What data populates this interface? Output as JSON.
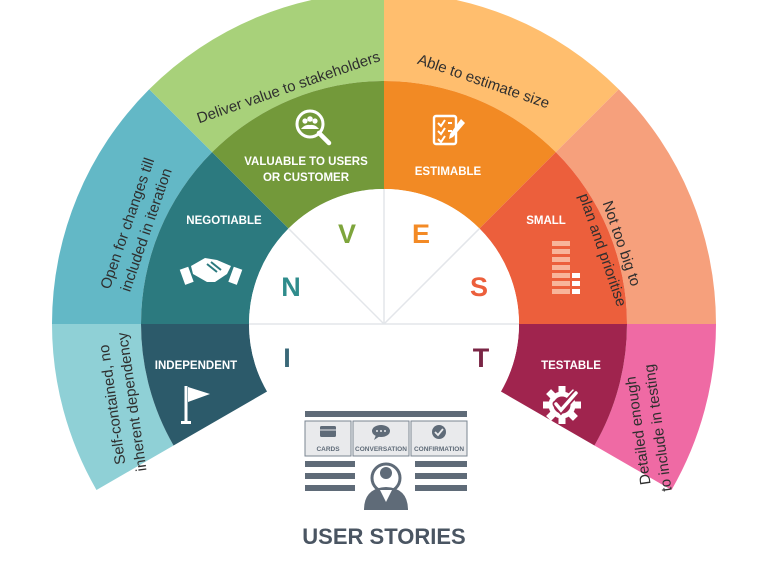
{
  "title": "USER STORIES",
  "segments": [
    {
      "key": "I",
      "label": "INDEPENDENT",
      "description": "Self-contained, no inherent dependency",
      "icon": "flag-icon",
      "outer": "#8fd0d6",
      "inner": "#2c5a6a",
      "letter_color": "#3a6878"
    },
    {
      "key": "N",
      "label": "NEGOTIABLE",
      "description": "Open for changes till included in iteration",
      "icon": "handshake-icon",
      "outer": "#63b8c6",
      "inner": "#2c7a7f",
      "letter_color": "#2f8c8c"
    },
    {
      "key": "V",
      "label": "VALUABLE TO USERS OR CUSTOMER",
      "description": "Deliver value to stakeholders",
      "icon": "people-search-icon",
      "outer": "#a8d17a",
      "inner": "#73993a",
      "letter_color": "#7ea53c"
    },
    {
      "key": "E",
      "label": "ESTIMABLE",
      "description": "Able to estimate size",
      "icon": "checklist-icon",
      "outer": "#ffbe6e",
      "inner": "#f28a24",
      "letter_color": "#f38a25"
    },
    {
      "key": "S",
      "label": "SMALL",
      "description": "Not too big to plan and prioritise",
      "icon": "bar-stack-icon",
      "outer": "#f6a07c",
      "inner": "#ec5f3c",
      "letter_color": "#ec5f3c"
    },
    {
      "key": "T",
      "label": "TESTABLE",
      "description": "Detailed enough to include in testing",
      "icon": "gear-check-icon",
      "outer": "#ef6aa4",
      "inner": "#a0244e",
      "letter_color": "#7a2545"
    }
  ],
  "card": {
    "cards": "CARDS",
    "conversation": "CONVERSATION",
    "confirmation": "CONFIRMATION"
  },
  "colors": {
    "card_gray": "#5f6b78",
    "card_light": "#e9eaec"
  }
}
